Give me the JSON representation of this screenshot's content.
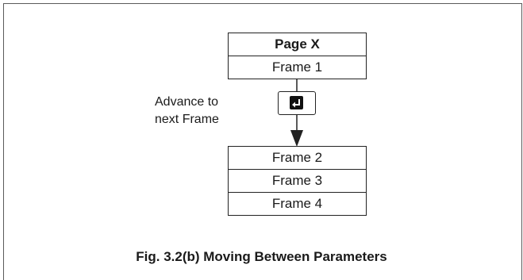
{
  "diagram": {
    "page_box": {
      "title": "Page X",
      "frame": "Frame 1"
    },
    "side_label_lines": [
      "Advance to",
      "next Frame"
    ],
    "advance_key_icon": "enter-key-icon",
    "frames_box": [
      "Frame 2",
      "Frame 3",
      "Frame 4"
    ],
    "caption": "Fig. 3.2(b) Moving Between Parameters"
  },
  "colors": {
    "line": "#222222",
    "frame_border": "#5a5a5a",
    "text": "#1a1a1a"
  }
}
